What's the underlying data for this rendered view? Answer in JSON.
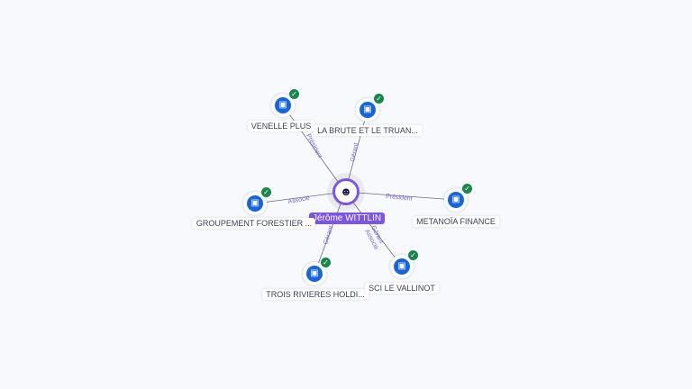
{
  "center": {
    "name": "Jérôme WITTLIN",
    "icon": "person-icon"
  },
  "nodes": [
    {
      "name": "VENELLE PLUS",
      "relation": "Président"
    },
    {
      "name": "LA BRUTE ET LE TRUAN...",
      "relation": "Gérant"
    },
    {
      "name": "GROUPEMENT FORESTIER ...",
      "relation": "Associé"
    },
    {
      "name": "METANOÏA FINANCE",
      "relation": "Président"
    },
    {
      "name": "TROIS RIVIERES HOLDI...",
      "relation": "Gérant"
    },
    {
      "name": "SCI LE VALLINOT",
      "relation": "Gérant",
      "relation2": "Associé"
    }
  ],
  "colors": {
    "accent": "#7b55e8",
    "company": "#1565e0",
    "verified": "#18884a"
  }
}
